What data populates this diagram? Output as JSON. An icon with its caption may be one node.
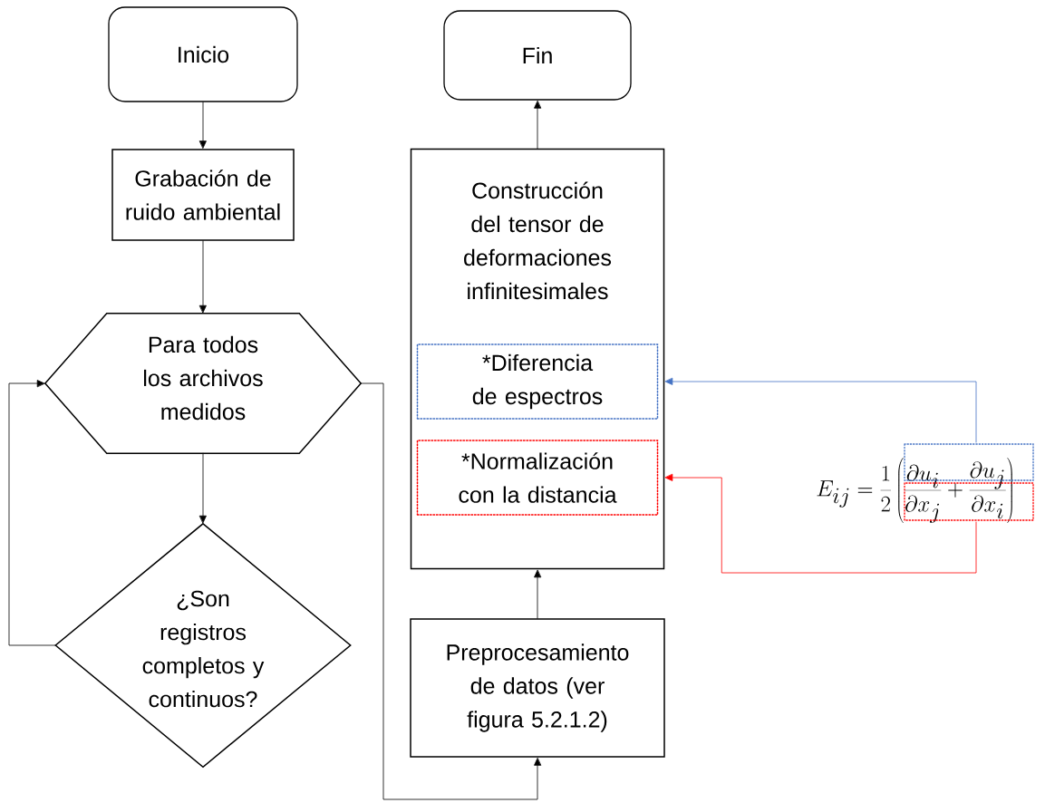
{
  "diagram": {
    "nodes": [
      {
        "text": [
          "Inicio"
        ]
      },
      {
        "text": [
          "Grabación de ruido ambiental"
        ]
      },
      {
        "text": [
          "Para todos los archivos medidos"
        ]
      },
      {
        "text": [
          "¿Son registros completos y continuos?"
        ]
      },
      {
        "text": [
          "Fin"
        ]
      },
      {
        "text": [
          "Construcción del tensor de deformaciones infinitesimales"
        ]
      },
      {
        "text": [
          "*Diferencia de espectros"
        ],
        "in": 5
      },
      {
        "text": [
          "*Normalización con la distancia"
        ],
        "in": 5
      },
      {
        "text": [
          "Preprocesamiento de datos (ver figura 5.2.1.2)"
        ]
      },
      {
        "text": [
          "E_{ij}=\\frac{1}{2}\\left(\\frac{\\partial u_i}{\\partial x_j}+\\frac{\\partial u_j}{\\partial x_i}\\right)"
        ]
      }
    ],
    "edges": [
      {
        "from": 0,
        "to": 1,
        "arrow": "to"
      },
      {
        "from": 1,
        "to": 2,
        "arrow": "to"
      },
      {
        "from": 2,
        "to": 3,
        "arrow": "to"
      },
      {
        "from": 3,
        "to": 2,
        "arrow": "to"
      },
      {
        "from": 2,
        "to": 8,
        "arrow": "to"
      },
      {
        "from": 8,
        "to": 5,
        "arrow": "to"
      },
      {
        "from": 5,
        "to": 4,
        "arrow": "to"
      },
      {
        "from": 9,
        "to": 6,
        "arrow": "to",
        "color": "#4472c4"
      },
      {
        "from": 9,
        "to": 7,
        "arrow": "to",
        "color": "#ff0000"
      }
    ]
  }
}
